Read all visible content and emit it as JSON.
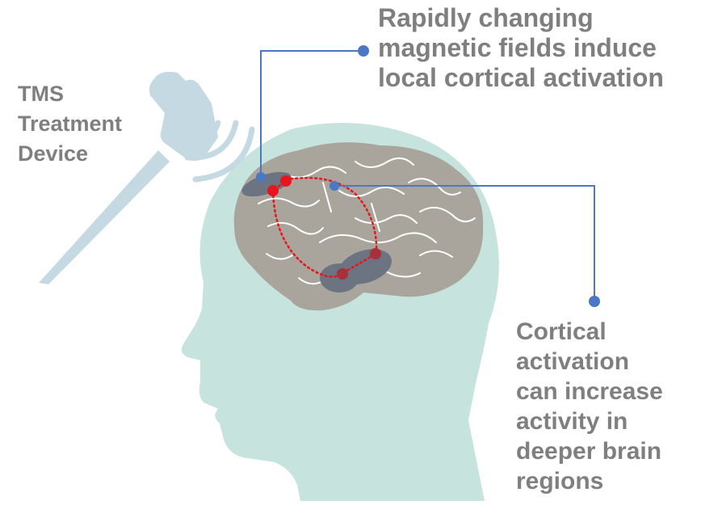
{
  "labels": {
    "device": "TMS\nTreatment\nDevice",
    "fields": "Rapidly changing\nmagnetic fields induce\nlocal cortical activation",
    "deep": "Cortical\nactivation\ncan increase\nactivity in\ndeeper brain\nregions"
  },
  "colors": {
    "head": "#c6e3dd",
    "device": "#c5d9e3",
    "brain": "#a9a49c",
    "brain_lines": "#ffffff",
    "region": "#6b7480",
    "callout": "#4a78c4",
    "activation": "#e8161c",
    "text": "#7f7f7f"
  }
}
